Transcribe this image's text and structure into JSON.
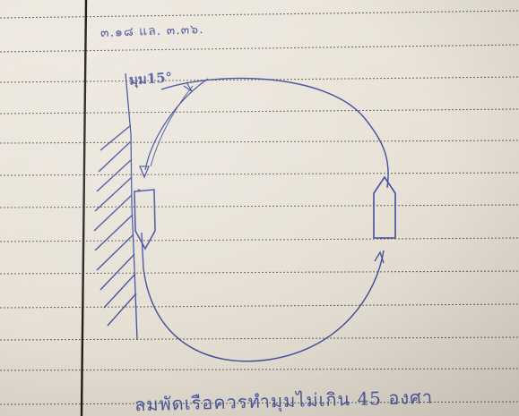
{
  "notebook": {
    "date_note": "๓.๑๘ แล. ๓.๓๖.",
    "angle_label": "มุม15°",
    "caption": "ลมพัดเรือควรทำมุมไม่เกิน 45 องศา"
  },
  "colors": {
    "paper": "#ece6dc",
    "ruled_line": "#6f6c66",
    "ink": "#3d4a9a",
    "margin_line": "#1f1d1c"
  }
}
